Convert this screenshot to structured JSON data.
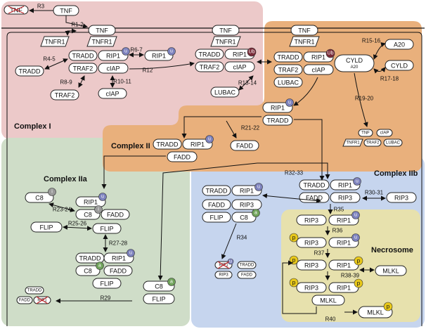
{
  "regions": {
    "complex_i": "Complex I",
    "complex_ii": "Complex II",
    "complex_iia": "Complex IIa",
    "complex_iib": "Complex IIb",
    "necrosome": "Necrosome"
  },
  "molecules": {
    "tnf": "TNF",
    "tnfr1": "TNFR1",
    "tradd": "TRADD",
    "rip1": "RIP1",
    "traf2": "TRAF2",
    "ciap": "cIAP",
    "lubac": "LUBAC",
    "cyld": "CYLD",
    "cyld_a20": "CYLD/ A20",
    "a20": "A20",
    "fadd": "FADD",
    "rip3": "RIP3",
    "flip": "FLIP",
    "c8": "C8",
    "mlkl": "MLKL"
  },
  "badges": {
    "u": "u",
    "ub": "Ub",
    "a": "a",
    "i": "i",
    "p": "p"
  },
  "reactions": {
    "r3": "R3",
    "r1_2": "R1-2",
    "r4_5": "R4-5",
    "r6_7": "R6-7",
    "r8_9": "R8-9",
    "r10_11": "R10-11",
    "r12": "R12",
    "r13_14": "R13-14",
    "r15_16": "R15-16",
    "r17_18": "R17-18",
    "r19_20": "R19-20",
    "r21_22": "R21-22",
    "r23_24": "R23-24",
    "r25_26": "R25-26",
    "r27_28": "R27-28",
    "r29": "R29",
    "r30_31": "R30-31",
    "r32_33": "R32-33",
    "r34": "R34",
    "r35": "R35",
    "r36": "R36",
    "r37": "R37",
    "r38_39": "R38-39",
    "r40": "R40"
  },
  "colors": {
    "complex_i": "#ecc9c9",
    "complex_ii": "#e9b07c",
    "complex_iia": "#cfddc8",
    "complex_iib": "#c6d5ee",
    "necrosome": "#e7e1ad",
    "badge_u": "#7d82bd",
    "badge_ub": "#7a2a38",
    "badge_a": "#6fa25a",
    "badge_i": "#9a9a9a",
    "badge_p": "#e8c81a",
    "mlkl_active": "#7a2020"
  }
}
